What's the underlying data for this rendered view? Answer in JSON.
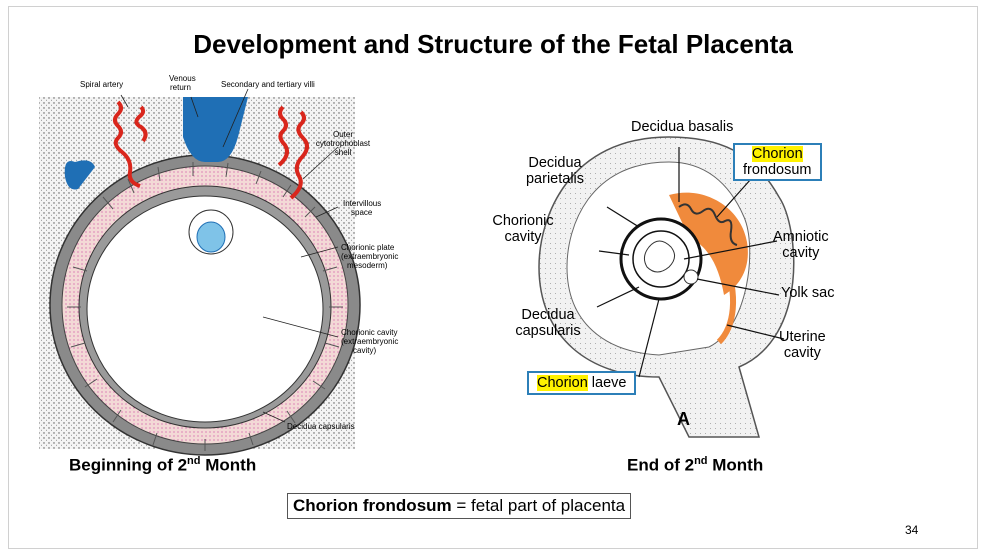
{
  "slide": {
    "title": "Development and Structure of the Fetal Placenta",
    "page_number": "34"
  },
  "left_figure": {
    "labels": {
      "spiral_artery": "Spiral artery",
      "venous_return_1": "Venous",
      "venous_return_2": "return",
      "secondary_tertiary_villi": "Secondary and tertiary villi",
      "outer_cyto_1": "Outer",
      "outer_cyto_2": "cytotrophoblast",
      "outer_cyto_3": "shell",
      "intervillous_1": "Intervillous",
      "intervillous_2": "space",
      "chorionic_plate_1": "Chorionic plate",
      "chorionic_plate_2": "(extraembryonic",
      "chorionic_plate_3": "mesoderm)",
      "chorionic_cavity_1": "Chorionic cavity",
      "chorionic_cavity_2": "(extraembryonic",
      "chorionic_cavity_3": "cavity)",
      "decidua_capsularis": "Decidua capsularis"
    },
    "caption_main": "Beginning of 2",
    "caption_sup": "nd",
    "caption_end": " Month"
  },
  "right_figure": {
    "labels": {
      "decidua_basalis": "Decidua basalis",
      "decidua_parietalis_1": "Decidua",
      "decidua_parietalis_2": "parietalis",
      "chorion_frondosum_hl": "Chorion",
      "chorion_frondosum_2": "frondosum",
      "chorionic_cavity_1": "Chorionic",
      "chorionic_cavity_2": "cavity",
      "amniotic_cavity_1": "Amniotic",
      "amniotic_cavity_2": "cavity",
      "yolk_sac": "Yolk sac",
      "decidua_capsularis_1": "Decidua",
      "decidua_capsularis_2": "capsularis",
      "uterine_cavity_1": "Uterine",
      "uterine_cavity_2": "cavity",
      "chorion_laeve_hl": "Chorion",
      "chorion_laeve_2": " laeve",
      "panel_letter": "A"
    },
    "caption_main": "End of 2",
    "caption_sup": "nd",
    "caption_end": " Month"
  },
  "definition": {
    "term": "Chorion frondosum",
    "rest": " = fetal part of placenta"
  },
  "colors": {
    "artery_red": "#d9261c",
    "vein_blue": "#1f6fb5",
    "highlight_yellow": "#fff200",
    "box_blue": "#2c7fb8",
    "orange": "#f08a3c"
  }
}
